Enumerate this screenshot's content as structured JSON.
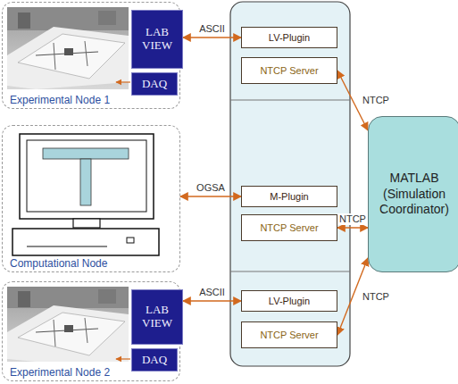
{
  "diagram": {
    "nodes": [
      {
        "text": [
          "Experimental Node 1"
        ]
      },
      {
        "text": [
          "LAB VIEW"
        ],
        "in": 0
      },
      {
        "text": [
          "DAQ"
        ],
        "in": 0
      },
      {
        "text": [
          "LV-Plugin"
        ]
      },
      {
        "text": [
          "NTCP Server"
        ]
      },
      {
        "text": [
          "Computational Node"
        ]
      },
      {
        "text": [
          "M-Plugin"
        ]
      },
      {
        "text": [
          "NTCP Server"
        ]
      },
      {
        "text": [
          "Experimental Node 2"
        ]
      },
      {
        "text": [
          "LAB VIEW"
        ],
        "in": 8
      },
      {
        "text": [
          "DAQ"
        ],
        "in": 8
      },
      {
        "text": [
          "LV-Plugin"
        ]
      },
      {
        "text": [
          "NTCP Server"
        ]
      },
      {
        "text": [
          "MATLAB (Simulation Coordinator)"
        ]
      }
    ],
    "edges": [
      {
        "from": 1,
        "to": 3,
        "label": "ASCII",
        "arrow": "both"
      },
      {
        "from": 5,
        "to": 6,
        "label": "OGSA",
        "arrow": "both"
      },
      {
        "from": 4,
        "to": 13,
        "label": "NTCP",
        "arrow": "both"
      },
      {
        "from": 7,
        "to": 13,
        "label": "NTCP",
        "arrow": "both"
      },
      {
        "from": 9,
        "to": 11,
        "label": "ASCII",
        "arrow": "both"
      },
      {
        "from": 12,
        "to": 13,
        "label": "NTCP",
        "arrow": "both"
      }
    ]
  }
}
